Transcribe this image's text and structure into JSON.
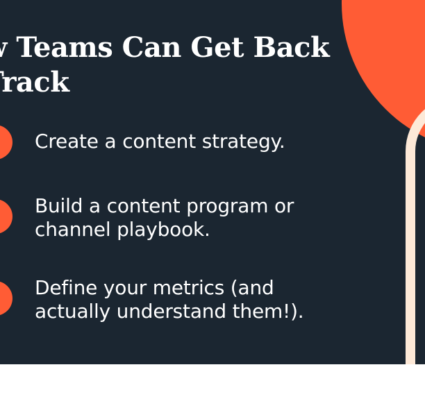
{
  "slide": {
    "title": "w Teams Can Get Back\nTrack",
    "items": [
      {
        "text": "Create a content strategy."
      },
      {
        "text": "Build a content program or\nchannel playbook."
      },
      {
        "text": "Define your metrics (and\nactually understand them!)."
      }
    ]
  },
  "colors": {
    "background": "#1b2631",
    "accent": "#ff5c35",
    "cream": "#fde9d8",
    "text": "#ffffff"
  },
  "icons": {
    "bullet": "orange-circle-bullet"
  }
}
